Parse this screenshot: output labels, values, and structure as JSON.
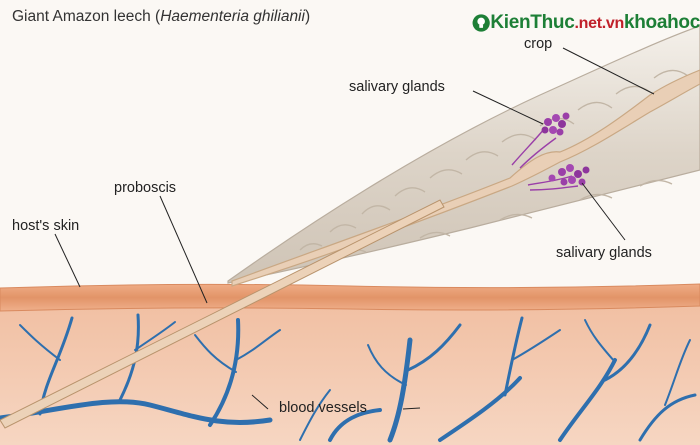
{
  "title": {
    "main": "Giant Amazon leech (",
    "species": "Haementeria ghilianii",
    "close": ")"
  },
  "labels": {
    "crop": "crop",
    "salivary_glands_top": "salivary glands",
    "proboscis": "proboscis",
    "hosts_skin": "host's skin",
    "salivary_glands_bottom": "salivary glands",
    "blood_vessels": "blood vessels"
  },
  "watermark": {
    "brand": "KienThuc",
    "tld": ".net.vn",
    "suffix": "khoahoc"
  },
  "colors": {
    "background": "#fbf8f4",
    "skin_surface": "#e9a077",
    "tissue": "#f4cbb3",
    "vessel": "#2e6fae",
    "leech_body": "#e4ddd3",
    "gland": "#9a3fa8",
    "watermark_green": "#1d7f36"
  }
}
